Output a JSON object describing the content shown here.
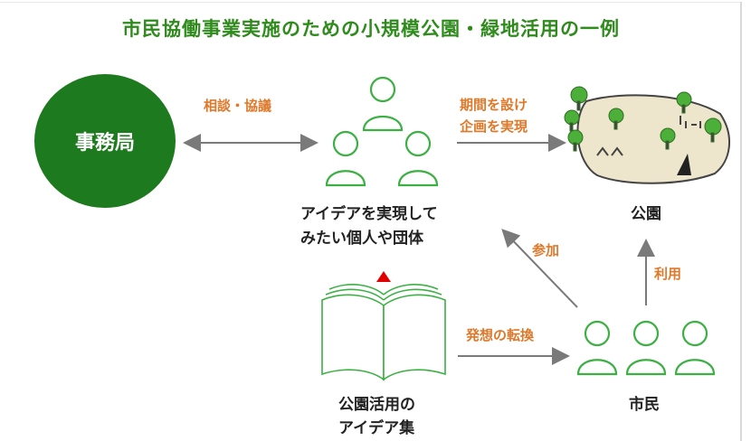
{
  "title": "市民協働事業実施のための小規模公園・緑地活用の一例",
  "nodes": {
    "office": "事務局",
    "groups_line1": "アイデアを実現して",
    "groups_line2": "みたい個人や団体",
    "park": "公園",
    "ideas_line1": "公園活用の",
    "ideas_line2": "アイデア集",
    "citizens": "市民"
  },
  "edges": {
    "consult": "相談・協議",
    "period_line1": "期間を設け",
    "period_line2": "企画を実現",
    "participate": "参加",
    "use": "利用",
    "shift": "発想の転換"
  },
  "colors": {
    "title": "#2e8b1c",
    "office_fill": "#1e7a1e",
    "person_outline": "#3cb043",
    "edge_label": "#e0782a",
    "arrow": "#7a7a7a",
    "marker": "#e00000"
  }
}
